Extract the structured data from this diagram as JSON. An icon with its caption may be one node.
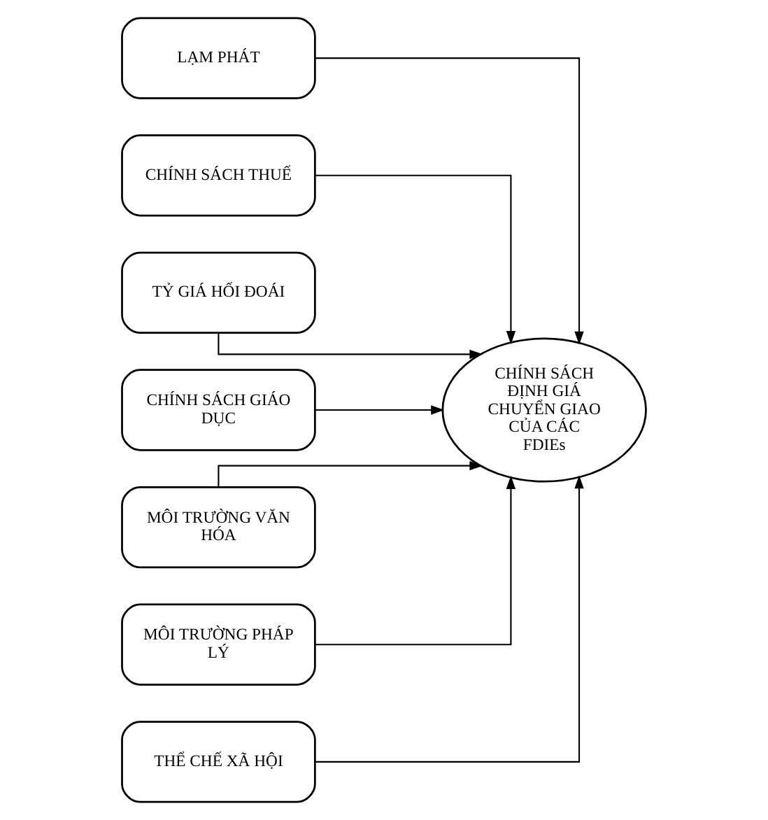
{
  "diagram": {
    "nodes": [
      {
        "text": [
          "LẠM PHÁT"
        ]
      },
      {
        "text": [
          "CHÍNH SÁCH THUẾ"
        ]
      },
      {
        "text": [
          "TỶ GIÁ HỐI ĐOÁI"
        ]
      },
      {
        "text": [
          "CHÍNH SÁCH GIÁO DỤC"
        ]
      },
      {
        "text": [
          "MÔI TRƯỜNG VĂN HÓA"
        ]
      },
      {
        "text": [
          "MÔI TRƯỜNG PHÁP LÝ"
        ]
      },
      {
        "text": [
          "THỂ CHẾ XÃ HỘI"
        ]
      },
      {
        "text": [
          "CHÍNH SÁCH ĐỊNH GIÁ CHUYỂN GIAO CỦA CÁC FDIEs"
        ]
      }
    ],
    "edges": [
      {
        "from": 0,
        "to": 7,
        "arrow": "to"
      },
      {
        "from": 1,
        "to": 7,
        "arrow": "to"
      },
      {
        "from": 2,
        "to": 7,
        "arrow": "to"
      },
      {
        "from": 3,
        "to": 7,
        "arrow": "to"
      },
      {
        "from": 4,
        "to": 7,
        "arrow": "to"
      },
      {
        "from": 5,
        "to": 7,
        "arrow": "to"
      },
      {
        "from": 6,
        "to": 7,
        "arrow": "to"
      }
    ]
  }
}
